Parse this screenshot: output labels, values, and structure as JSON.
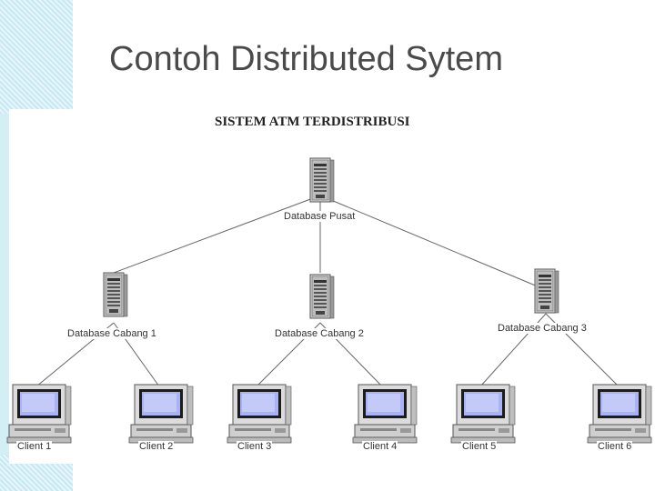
{
  "slide": {
    "title": "Contoh Distributed Sytem"
  },
  "diagram": {
    "title": "SISTEM ATM TERDISTRIBUSI",
    "central_server": {
      "label": "Database Pusat",
      "icon": "server-tower-icon"
    },
    "branch_servers": [
      {
        "label": "Database Cabang 1",
        "icon": "server-tower-icon"
      },
      {
        "label": "Database Cabang 2",
        "icon": "server-tower-icon"
      },
      {
        "label": "Database Cabang 3",
        "icon": "server-tower-icon"
      }
    ],
    "clients": [
      {
        "label": "Client 1",
        "icon": "desktop-computer-icon"
      },
      {
        "label": "Client 2",
        "icon": "desktop-computer-icon"
      },
      {
        "label": "Client 3",
        "icon": "desktop-computer-icon"
      },
      {
        "label": "Client 4",
        "icon": "desktop-computer-icon"
      },
      {
        "label": "Client 5",
        "icon": "desktop-computer-icon"
      },
      {
        "label": "Client 6",
        "icon": "desktop-computer-icon"
      }
    ]
  }
}
